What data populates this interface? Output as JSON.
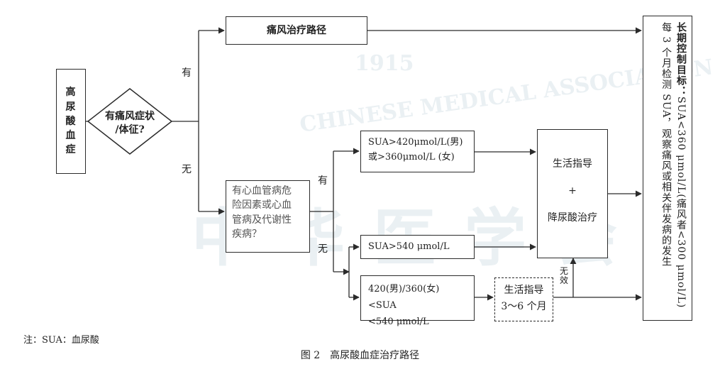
{
  "watermark": {
    "line1": "CHINESE MEDICAL ASSOCIATION",
    "year": "1915",
    "chars": "中华医学会"
  },
  "nodes": {
    "start": "高尿酸血症",
    "decision": {
      "line1": "有痛风症状",
      "line2": "/体征?"
    },
    "gout_path": "痛风治疗路径",
    "cv_question": {
      "line1": "有心血管病危",
      "line2": "险因素或心血",
      "line3": "管病及代谢性",
      "line4": "疾病？"
    },
    "sua_male_female": {
      "line1": "SUA>420μmol/L(男)",
      "line2": "或>360μmol/L (女)"
    },
    "sua_540": "SUA>540 μmol/L",
    "sua_range": {
      "line1": "420(男)/360(女)<SUA",
      "line2": "<540 μmol/L"
    },
    "lifestyle_36": {
      "line1": "生活指导",
      "line2": "3～6 个月"
    },
    "treatment": {
      "line1": "生活指导",
      "line2": "+",
      "line3": "降尿酸治疗"
    },
    "goal": {
      "title": "长期控制目标：",
      "text1": "SUA<360 μmol/L(痛风者<300 μmol/L)",
      "text2": "每 3 个月检测 SUA，观察痛风或相关伴发病的发生"
    }
  },
  "edge_labels": {
    "yes_top": "有",
    "no_bottom": "无",
    "yes_cv": "有",
    "no_cv": "无",
    "ineffective": "无效"
  },
  "footnote": "注：SUA：血尿酸",
  "caption": "图 2　高尿酸血症治疗路径"
}
